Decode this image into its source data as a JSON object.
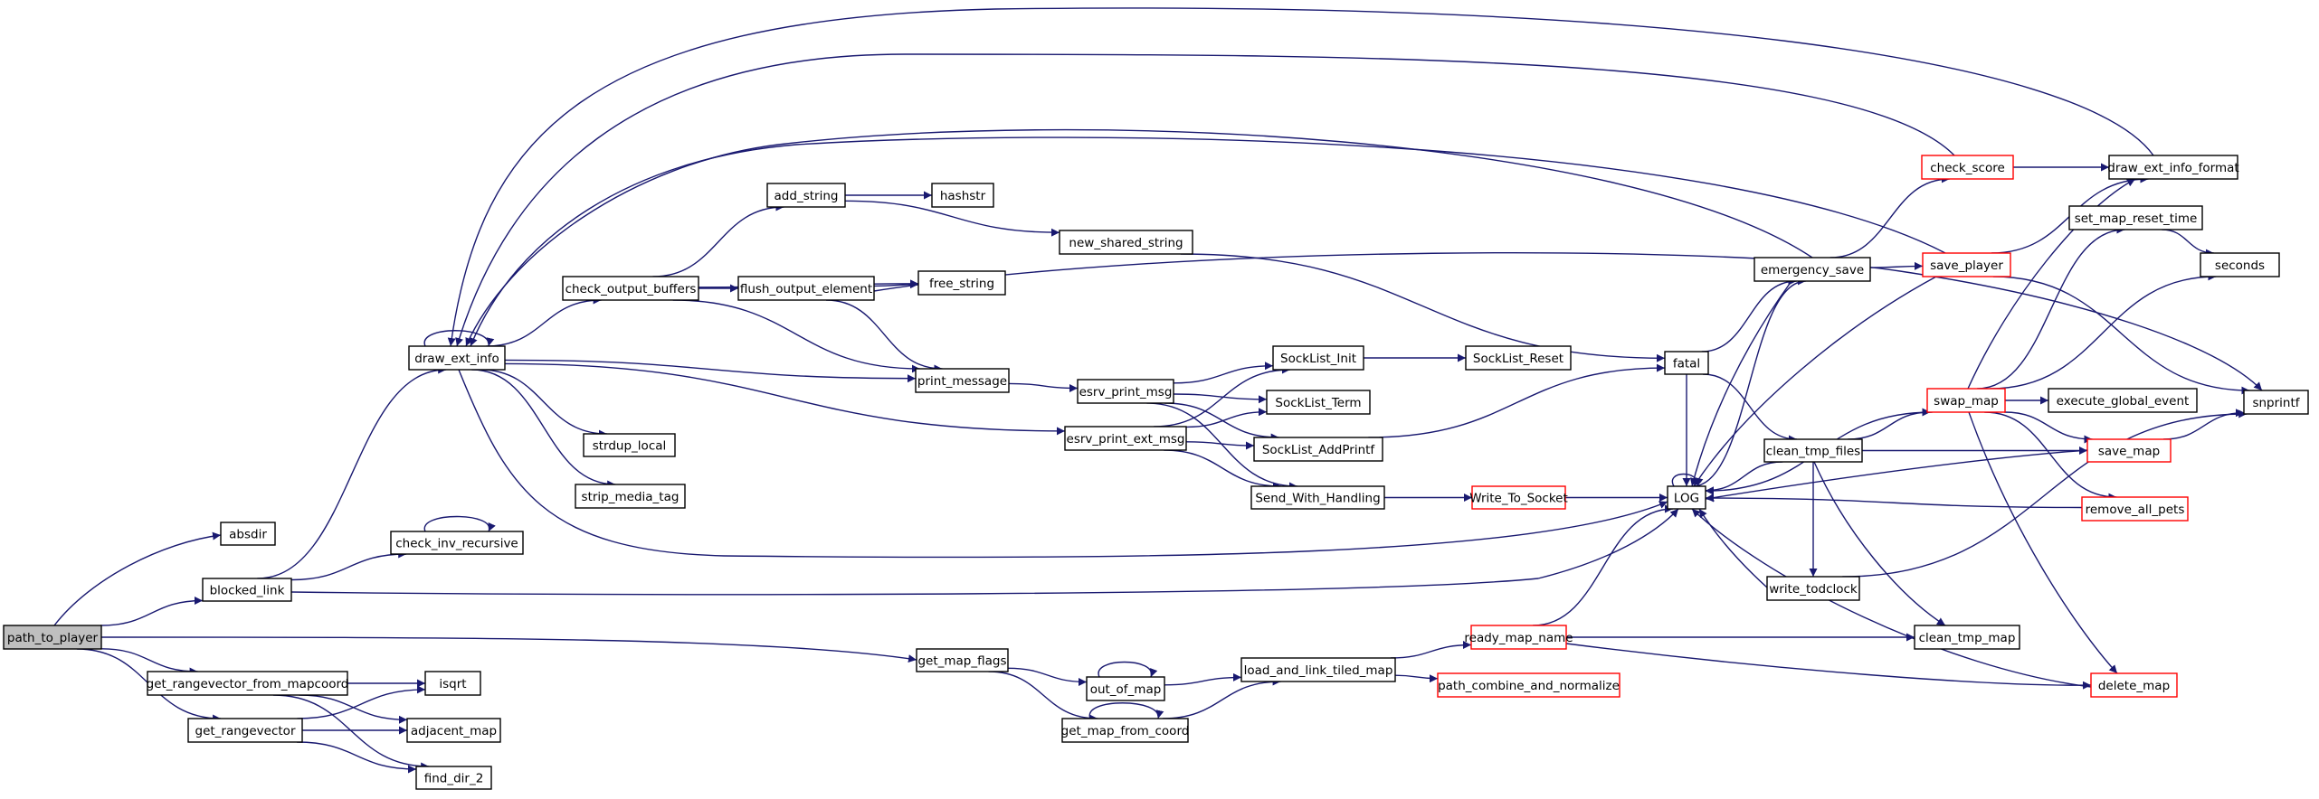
{
  "colors": {
    "edge": "#191970",
    "node_border": "#000000",
    "node_border_truncated": "#ff0000",
    "root_fill": "#bfbfbf",
    "background": "#ffffff"
  },
  "nodes": [
    {
      "id": "path_to_player",
      "label": "path_to_player",
      "style": "root"
    },
    {
      "id": "absdir",
      "label": "absdir",
      "style": "normal"
    },
    {
      "id": "blocked_link",
      "label": "blocked_link",
      "style": "normal"
    },
    {
      "id": "get_rangevector_from_mapcoord",
      "label": "get_rangevector_from_mapcoord",
      "style": "normal"
    },
    {
      "id": "get_rangevector",
      "label": "get_rangevector",
      "style": "normal"
    },
    {
      "id": "draw_ext_info",
      "label": "draw_ext_info",
      "style": "normal"
    },
    {
      "id": "check_inv_recursive",
      "label": "check_inv_recursive",
      "style": "normal"
    },
    {
      "id": "isqrt",
      "label": "isqrt",
      "style": "normal"
    },
    {
      "id": "adjacent_map",
      "label": "adjacent_map",
      "style": "normal"
    },
    {
      "id": "find_dir_2",
      "label": "find_dir_2",
      "style": "normal"
    },
    {
      "id": "check_output_buffers",
      "label": "check_output_buffers",
      "style": "normal"
    },
    {
      "id": "strdup_local",
      "label": "strdup_local",
      "style": "normal"
    },
    {
      "id": "strip_media_tag",
      "label": "strip_media_tag",
      "style": "normal"
    },
    {
      "id": "add_string",
      "label": "add_string",
      "style": "normal"
    },
    {
      "id": "flush_output_element",
      "label": "flush_output_element",
      "style": "normal"
    },
    {
      "id": "hashstr",
      "label": "hashstr",
      "style": "normal"
    },
    {
      "id": "free_string",
      "label": "free_string",
      "style": "normal"
    },
    {
      "id": "print_message",
      "label": "print_message",
      "style": "normal"
    },
    {
      "id": "new_shared_string",
      "label": "new_shared_string",
      "style": "normal"
    },
    {
      "id": "esrv_print_msg",
      "label": "esrv_print_msg",
      "style": "normal"
    },
    {
      "id": "esrv_print_ext_msg",
      "label": "esrv_print_ext_msg",
      "style": "normal"
    },
    {
      "id": "get_map_flags",
      "label": "get_map_flags",
      "style": "normal"
    },
    {
      "id": "out_of_map",
      "label": "out_of_map",
      "style": "normal"
    },
    {
      "id": "get_map_from_coord",
      "label": "get_map_from_coord",
      "style": "normal"
    },
    {
      "id": "SockList_Init",
      "label": "SockList_Init",
      "style": "normal"
    },
    {
      "id": "SockList_Term",
      "label": "SockList_Term",
      "style": "normal"
    },
    {
      "id": "SockList_AddPrintf",
      "label": "SockList_AddPrintf",
      "style": "normal"
    },
    {
      "id": "Send_With_Handling",
      "label": "Send_With_Handling",
      "style": "normal"
    },
    {
      "id": "load_and_link_tiled_map",
      "label": "load_and_link_tiled_map",
      "style": "normal"
    },
    {
      "id": "SockList_Reset",
      "label": "SockList_Reset",
      "style": "normal"
    },
    {
      "id": "Write_To_Socket",
      "label": "Write_To_Socket",
      "style": "red"
    },
    {
      "id": "ready_map_name",
      "label": "ready_map_name",
      "style": "red"
    },
    {
      "id": "path_combine_and_normalize",
      "label": "path_combine_and_normalize",
      "style": "red"
    },
    {
      "id": "fatal",
      "label": "fatal",
      "style": "normal"
    },
    {
      "id": "LOG",
      "label": "LOG",
      "style": "normal"
    },
    {
      "id": "emergency_save",
      "label": "emergency_save",
      "style": "normal"
    },
    {
      "id": "clean_tmp_files",
      "label": "clean_tmp_files",
      "style": "normal"
    },
    {
      "id": "write_todclock",
      "label": "write_todclock",
      "style": "normal"
    },
    {
      "id": "clean_tmp_map",
      "label": "clean_tmp_map",
      "style": "normal"
    },
    {
      "id": "check_score",
      "label": "check_score",
      "style": "red"
    },
    {
      "id": "save_player",
      "label": "save_player",
      "style": "red"
    },
    {
      "id": "swap_map",
      "label": "swap_map",
      "style": "red"
    },
    {
      "id": "draw_ext_info_format",
      "label": "draw_ext_info_format",
      "style": "normal"
    },
    {
      "id": "set_map_reset_time",
      "label": "set_map_reset_time",
      "style": "normal"
    },
    {
      "id": "execute_global_event",
      "label": "execute_global_event",
      "style": "normal"
    },
    {
      "id": "save_map",
      "label": "save_map",
      "style": "red"
    },
    {
      "id": "remove_all_pets",
      "label": "remove_all_pets",
      "style": "red"
    },
    {
      "id": "delete_map",
      "label": "delete_map",
      "style": "red"
    },
    {
      "id": "seconds",
      "label": "seconds",
      "style": "normal"
    },
    {
      "id": "snprintf",
      "label": "snprintf",
      "style": "normal"
    }
  ],
  "edges": [
    [
      "path_to_player",
      "absdir"
    ],
    [
      "path_to_player",
      "blocked_link"
    ],
    [
      "path_to_player",
      "get_rangevector_from_mapcoord"
    ],
    [
      "path_to_player",
      "get_rangevector"
    ],
    [
      "path_to_player",
      "get_map_flags"
    ],
    [
      "blocked_link",
      "draw_ext_info"
    ],
    [
      "blocked_link",
      "check_inv_recursive"
    ],
    [
      "blocked_link",
      "LOG"
    ],
    [
      "check_inv_recursive",
      "check_inv_recursive"
    ],
    [
      "get_rangevector_from_mapcoord",
      "isqrt"
    ],
    [
      "get_rangevector_from_mapcoord",
      "adjacent_map"
    ],
    [
      "get_rangevector_from_mapcoord",
      "find_dir_2"
    ],
    [
      "get_rangevector",
      "isqrt"
    ],
    [
      "get_rangevector",
      "adjacent_map"
    ],
    [
      "get_rangevector",
      "find_dir_2"
    ],
    [
      "draw_ext_info",
      "draw_ext_info"
    ],
    [
      "draw_ext_info",
      "check_output_buffers"
    ],
    [
      "draw_ext_info",
      "print_message"
    ],
    [
      "draw_ext_info",
      "esrv_print_ext_msg"
    ],
    [
      "draw_ext_info",
      "strdup_local"
    ],
    [
      "draw_ext_info",
      "strip_media_tag"
    ],
    [
      "draw_ext_info",
      "LOG"
    ],
    [
      "check_output_buffers",
      "add_string"
    ],
    [
      "check_output_buffers",
      "flush_output_element"
    ],
    [
      "check_output_buffers",
      "free_string"
    ],
    [
      "check_output_buffers",
      "print_message"
    ],
    [
      "add_string",
      "hashstr"
    ],
    [
      "add_string",
      "new_shared_string"
    ],
    [
      "flush_output_element",
      "free_string"
    ],
    [
      "flush_output_element",
      "print_message"
    ],
    [
      "flush_output_element",
      "snprintf"
    ],
    [
      "print_message",
      "esrv_print_msg"
    ],
    [
      "new_shared_string",
      "fatal"
    ],
    [
      "esrv_print_msg",
      "SockList_Init"
    ],
    [
      "esrv_print_msg",
      "SockList_Term"
    ],
    [
      "esrv_print_msg",
      "SockList_AddPrintf"
    ],
    [
      "esrv_print_msg",
      "Send_With_Handling"
    ],
    [
      "esrv_print_ext_msg",
      "SockList_Init"
    ],
    [
      "esrv_print_ext_msg",
      "SockList_Term"
    ],
    [
      "esrv_print_ext_msg",
      "SockList_AddPrintf"
    ],
    [
      "esrv_print_ext_msg",
      "Send_With_Handling"
    ],
    [
      "SockList_Init",
      "SockList_Reset"
    ],
    [
      "SockList_AddPrintf",
      "fatal"
    ],
    [
      "Send_With_Handling",
      "Write_To_Socket"
    ],
    [
      "Write_To_Socket",
      "LOG"
    ],
    [
      "get_map_flags",
      "out_of_map"
    ],
    [
      "get_map_flags",
      "get_map_from_coord"
    ],
    [
      "out_of_map",
      "out_of_map"
    ],
    [
      "out_of_map",
      "load_and_link_tiled_map"
    ],
    [
      "get_map_from_coord",
      "get_map_from_coord"
    ],
    [
      "get_map_from_coord",
      "load_and_link_tiled_map"
    ],
    [
      "load_and_link_tiled_map",
      "ready_map_name"
    ],
    [
      "load_and_link_tiled_map",
      "path_combine_and_normalize"
    ],
    [
      "ready_map_name",
      "LOG"
    ],
    [
      "ready_map_name",
      "clean_tmp_map"
    ],
    [
      "ready_map_name",
      "delete_map"
    ],
    [
      "fatal",
      "emergency_save"
    ],
    [
      "fatal",
      "clean_tmp_files"
    ],
    [
      "fatal",
      "LOG"
    ],
    [
      "LOG",
      "LOG"
    ],
    [
      "LOG",
      "emergency_save"
    ],
    [
      "emergency_save",
      "draw_ext_info"
    ],
    [
      "emergency_save",
      "check_score"
    ],
    [
      "emergency_save",
      "save_player"
    ],
    [
      "emergency_save",
      "LOG"
    ],
    [
      "check_score",
      "draw_ext_info"
    ],
    [
      "check_score",
      "draw_ext_info_format"
    ],
    [
      "save_player",
      "draw_ext_info"
    ],
    [
      "save_player",
      "draw_ext_info_format"
    ],
    [
      "save_player",
      "snprintf"
    ],
    [
      "save_player",
      "LOG"
    ],
    [
      "draw_ext_info_format",
      "draw_ext_info"
    ],
    [
      "clean_tmp_files",
      "swap_map"
    ],
    [
      "clean_tmp_files",
      "save_map"
    ],
    [
      "clean_tmp_files",
      "write_todclock"
    ],
    [
      "clean_tmp_files",
      "clean_tmp_map"
    ],
    [
      "clean_tmp_files",
      "LOG"
    ],
    [
      "swap_map",
      "draw_ext_info_format"
    ],
    [
      "swap_map",
      "set_map_reset_time"
    ],
    [
      "swap_map",
      "seconds"
    ],
    [
      "swap_map",
      "execute_global_event"
    ],
    [
      "swap_map",
      "save_map"
    ],
    [
      "swap_map",
      "remove_all_pets"
    ],
    [
      "swap_map",
      "delete_map"
    ],
    [
      "swap_map",
      "LOG"
    ],
    [
      "set_map_reset_time",
      "seconds"
    ],
    [
      "save_map",
      "snprintf"
    ],
    [
      "save_map",
      "LOG"
    ],
    [
      "remove_all_pets",
      "LOG"
    ],
    [
      "write_todclock",
      "snprintf"
    ],
    [
      "write_todclock",
      "LOG"
    ],
    [
      "delete_map",
      "LOG"
    ]
  ]
}
